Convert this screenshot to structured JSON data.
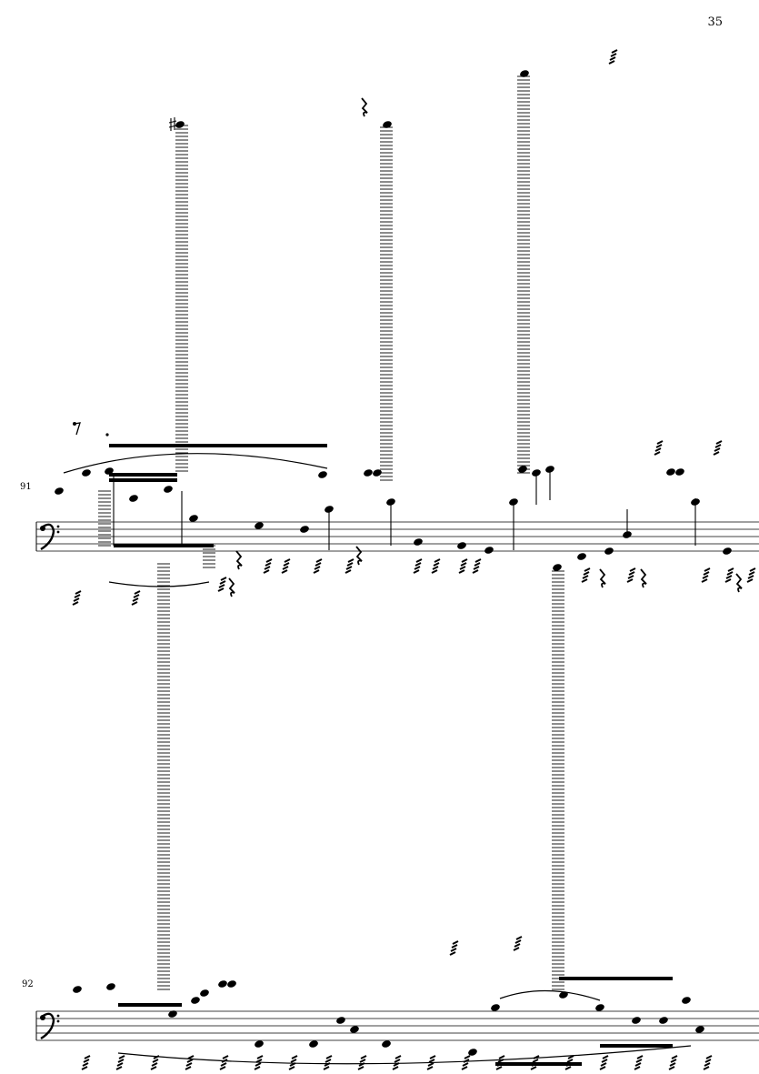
{
  "page": {
    "number": "35"
  },
  "systems": [
    {
      "measure_number": "91",
      "clef": "bass"
    },
    {
      "measure_number": "92",
      "clef": "bass"
    }
  ]
}
